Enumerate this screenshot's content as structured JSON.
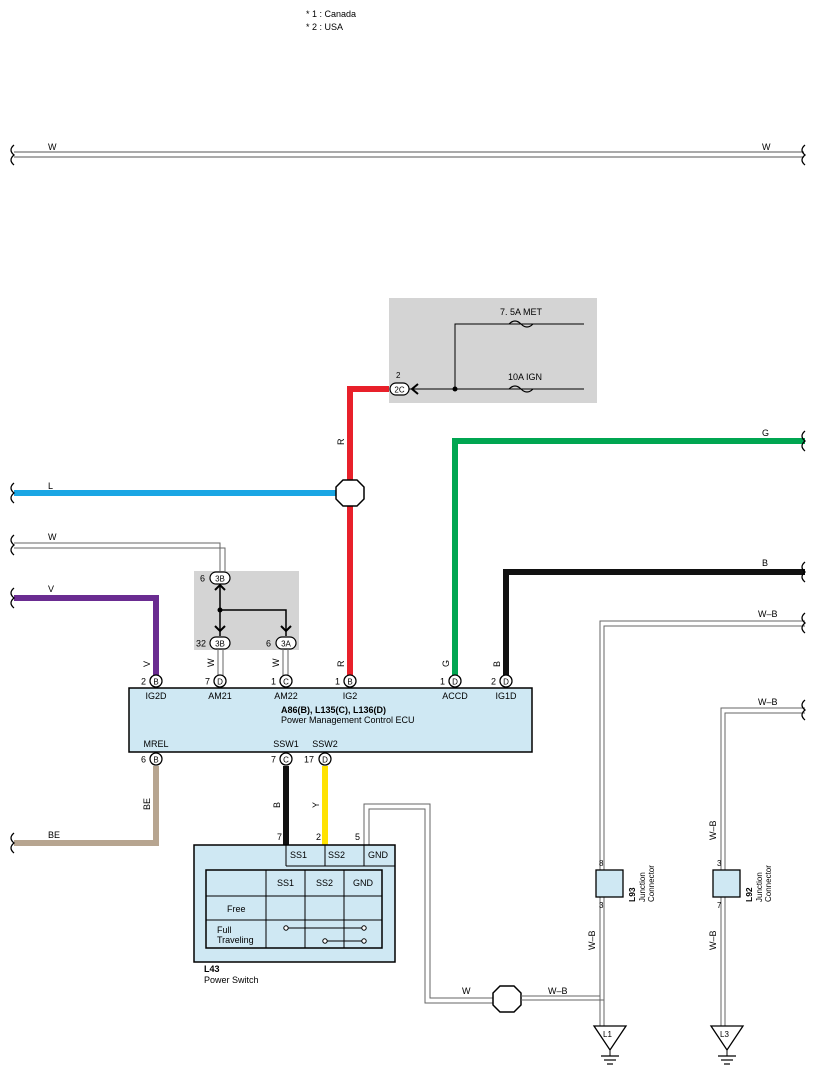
{
  "notes": [
    "* 1 : Canada",
    "* 2 : USA"
  ],
  "wires": {
    "top_w_left": "W",
    "top_w_right": "W",
    "l": "L",
    "w": "W",
    "v": "V",
    "be": "BE",
    "r_vertical": "R",
    "g": "G",
    "b_right": "B",
    "wb_1": "W–B",
    "wb_2": "W–B",
    "wb_bottom": "W–B",
    "w_bottom": "W",
    "wb_l93": "W–B",
    "wb_l92_top": "W–B",
    "wb_l92_bottom": "W–B",
    "v_vert": "V",
    "w_am21": "W",
    "w_am22": "W",
    "r_ig2": "R",
    "g_accd": "G",
    "b_ig1d": "B",
    "be_vert": "BE",
    "b_ssw1": "B",
    "y_ssw2": "Y"
  },
  "fuse_box": {
    "fuse_1": "7. 5A MET",
    "fuse_2": "10A IGN",
    "connector": "2C",
    "pin": "2"
  },
  "junction_block": {
    "conn_top": "3B",
    "pin_top": "6",
    "conn_bl": "3B",
    "pin_bl": "32",
    "conn_br": "3A",
    "pin_br": "6"
  },
  "ecu": {
    "title_line1": "A86(B), L135(C), L136(D)",
    "title_line2": "Power Management Control ECU",
    "top_pins": [
      {
        "num": "2",
        "conn": "B",
        "label": "IG2D"
      },
      {
        "num": "7",
        "conn": "D",
        "label": "AM21"
      },
      {
        "num": "1",
        "conn": "C",
        "label": "AM22"
      },
      {
        "num": "1",
        "conn": "B",
        "label": "IG2"
      },
      {
        "num": "1",
        "conn": "D",
        "label": "ACCD"
      },
      {
        "num": "2",
        "conn": "D",
        "label": "IG1D"
      }
    ],
    "bottom_pins": [
      {
        "num": "6",
        "conn": "B",
        "label": "MREL"
      },
      {
        "num": "7",
        "conn": "C",
        "label": "SSW1"
      },
      {
        "num": "17",
        "conn": "D",
        "label": "SSW2"
      }
    ]
  },
  "power_switch": {
    "id": "L43",
    "name": "Power Switch",
    "pins": [
      "7",
      "2",
      "5"
    ],
    "terminals": [
      "SS1",
      "SS2",
      "GND"
    ],
    "table_headers": [
      "SS1",
      "SS2",
      "GND"
    ],
    "rows": [
      "Free",
      "Full",
      "Traveling"
    ]
  },
  "junctions": [
    {
      "id": "L93",
      "name1": "Junction",
      "name2": "Connector",
      "pin_top": "8",
      "pin_bottom": "3"
    },
    {
      "id": "L92",
      "name1": "Junction",
      "name2": "Connector",
      "pin_top": "3",
      "pin_bottom": "7"
    }
  ],
  "grounds": [
    "L1",
    "L3"
  ],
  "colors": {
    "red": "#e8202a",
    "blue": "#1aa6e4",
    "green": "#00a651",
    "purple": "#6a2c91",
    "yellow": "#ffe200",
    "tan": "#b7a590",
    "ecu_fill": "#cfe8f3",
    "panel_gray": "#d4d4d4"
  }
}
